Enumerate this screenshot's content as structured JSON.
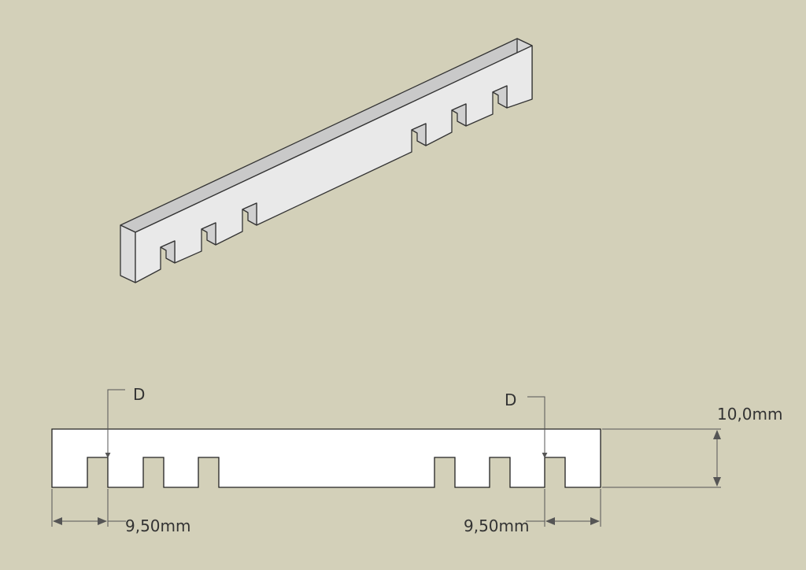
{
  "colors": {
    "background": "#d3d0b9",
    "part_front": "#e9e9e9",
    "part_top": "#c9c9c9",
    "part_side": "#dcdcdc",
    "outline": "#333333",
    "dimension": "#555555"
  },
  "section_marks": {
    "left": "D",
    "right": "D"
  },
  "dimensions": {
    "height": "10,0mm",
    "left_offset": "9,50mm",
    "right_offset": "9,50mm"
  }
}
